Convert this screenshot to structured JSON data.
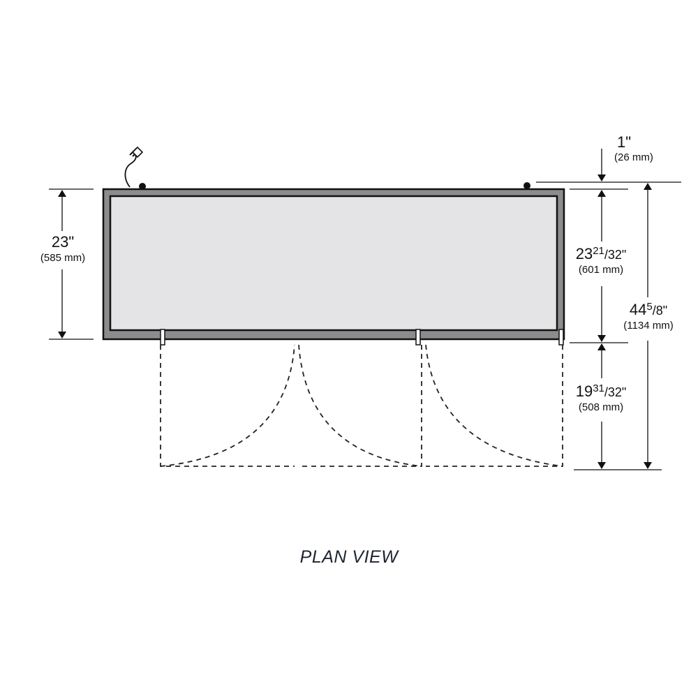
{
  "title": "PLAN VIEW",
  "dimensions": {
    "depth_cabinet": {
      "inches": "23\"",
      "mm": "(585 mm)"
    },
    "top_offset": {
      "inches": "1\"",
      "mm": "(26 mm)"
    },
    "depth_with_doors_closed": {
      "whole": "23",
      "fraction": "21",
      "denominator": "/32\"",
      "mm": "(601 mm)"
    },
    "total_depth": {
      "whole": "44",
      "fraction": "5",
      "denominator": "/8\"",
      "mm": "(1134 mm)"
    },
    "door_swing": {
      "whole": "19",
      "fraction": "31",
      "denominator": "/32\"",
      "mm": "(508 mm)"
    }
  },
  "colors": {
    "cabinet_frame": "#8c8c8c",
    "cabinet_interior": "#e4e4e6",
    "outline": "#111111"
  },
  "icons": [
    "power-cord-icon",
    "caster-icon"
  ]
}
